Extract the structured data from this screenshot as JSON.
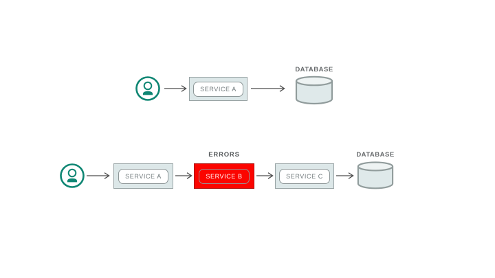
{
  "diagram": {
    "colors": {
      "background": "#ffffff",
      "teal_accent": "#0e8673",
      "error_red": "#fb0500",
      "error_border": "#ad0b06",
      "node_fill": "#dce7e8",
      "node_border": "#99a4a5",
      "inner_border": "#8d9697",
      "label_text": "#6e7779",
      "caption_text": "#54585a",
      "arrow": "#4c4c4c",
      "db_fill": "#dfe9ea",
      "db_top_fill": "#eef3f3",
      "db_stroke": "#919c9c"
    },
    "rows": [
      {
        "nodes": [
          {
            "label": "SERVICE A",
            "state": "normal"
          }
        ],
        "database_label": "DATABASE"
      },
      {
        "nodes": [
          {
            "label": "SERVICE A",
            "state": "normal"
          },
          {
            "label": "SERVICE B",
            "state": "error",
            "caption": "ERRORS"
          },
          {
            "label": "SERVICE C",
            "state": "normal"
          }
        ],
        "database_label": "DATABASE"
      }
    ]
  }
}
